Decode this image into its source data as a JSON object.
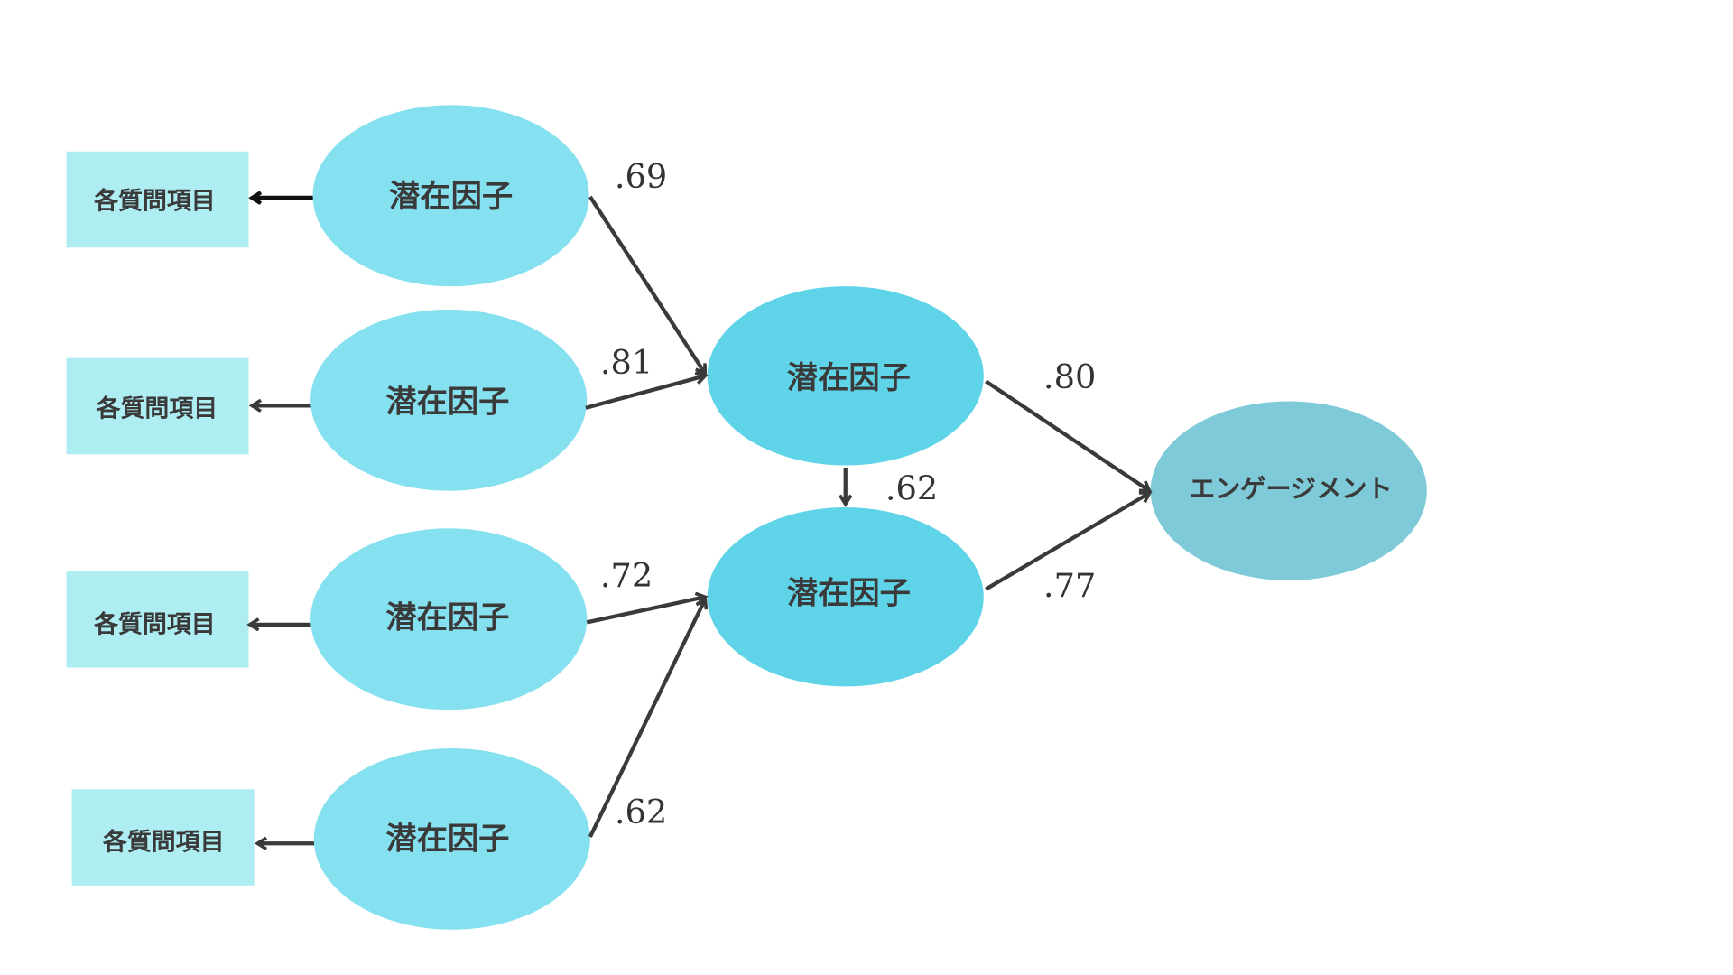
{
  "indicators": [
    "各質問項目",
    "各質問項目",
    "各質問項目",
    "各質問項目"
  ],
  "first_order_factors": [
    "潜在因子",
    "潜在因子",
    "潜在因子",
    "潜在因子"
  ],
  "second_order_factors": [
    "潜在因子",
    "潜在因子"
  ],
  "outcome": "エンゲージメント",
  "coefficients": {
    "f1_to_m1": ".69",
    "f2_to_m1": ".81",
    "f3_to_m2": ".72",
    "f4_to_m2": ".62",
    "m1_to_m2": ".62",
    "m1_to_outcome": ".80",
    "m2_to_outcome": ".77"
  },
  "colors": {
    "indicator": "#aeeef2",
    "first_order": "#85e0ef",
    "second_order": "#5fd4e8",
    "outcome": "#7ecad8",
    "line": "#3a3a3a"
  }
}
